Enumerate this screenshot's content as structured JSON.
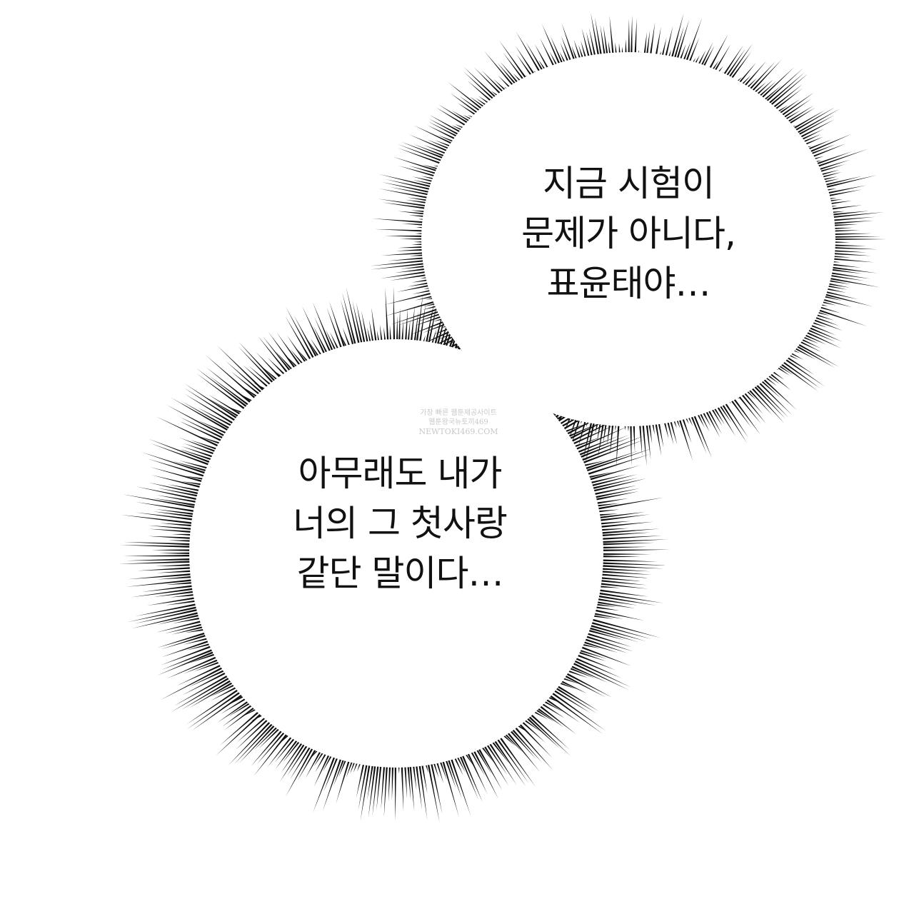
{
  "bubbles": [
    {
      "lines": [
        "지금 시험이",
        "문제가 아니다,",
        "표윤태야…"
      ]
    },
    {
      "lines": [
        "아무래도 내가",
        "너의 그 첫사랑",
        "같단 말이다…"
      ]
    }
  ],
  "watermark": {
    "line1": "가장 빠른 웹툰제공사이트",
    "line2": "웹툰왕국뉴토끼469",
    "line3": "NEWTOKI469.COM"
  },
  "colors": {
    "ink": "#111111",
    "paper": "#ffffff"
  }
}
